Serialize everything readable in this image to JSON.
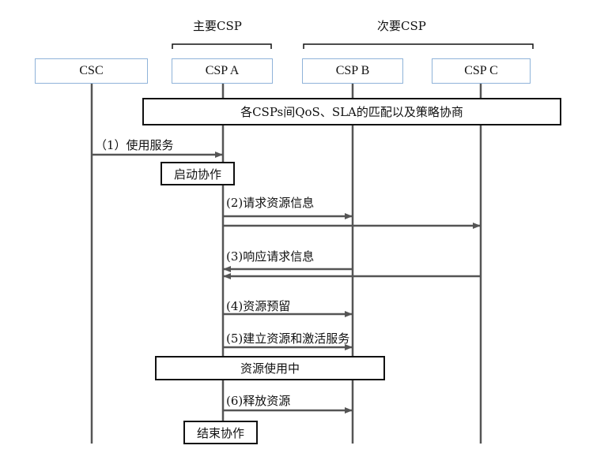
{
  "groups": {
    "primary": "主要CSP",
    "secondary": "次要CSP"
  },
  "participants": [
    "CSC",
    "CSP A",
    "CSP B",
    "CSP C"
  ],
  "notes": {
    "negotiation": "各CSPs间QoS、SLA的匹配以及策略协商",
    "start": "启动协作",
    "in_use": "资源使用中",
    "end": "结束协作"
  },
  "messages": {
    "m1": "（1）使用服务",
    "m2": "(2)请求资源信息",
    "m3": "(3)响应请求信息",
    "m4": "(4)资源预留",
    "m5": "(5)建立资源和激活服务",
    "m6": "(6)释放资源"
  },
  "colors": {
    "participant_border": "#8fb3d9",
    "line": "#555555"
  }
}
